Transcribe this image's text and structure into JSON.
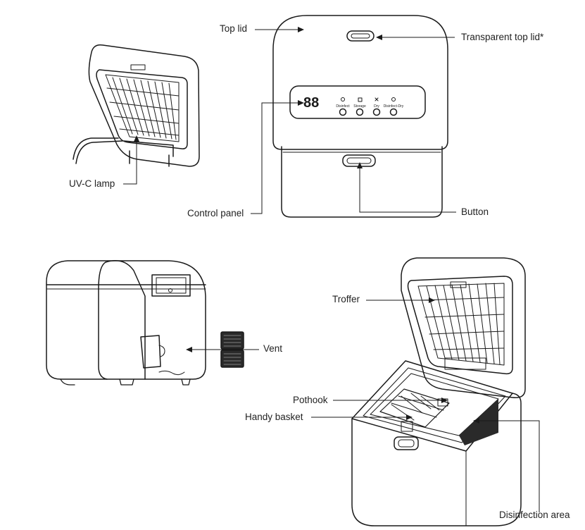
{
  "labels": {
    "top_lid": "Top lid",
    "transparent_top_lid": "Transparent top lid*",
    "uvc_lamp": "UV-C lamp",
    "control_panel": "Control panel",
    "button": "Button",
    "vent": "Vent",
    "troffer": "Troffer",
    "pothook": "Pothook",
    "handy_basket": "Handy basket",
    "disinfection_area": "Disinfection area"
  },
  "control_panel": {
    "display": "88",
    "modes": [
      "Disinfect",
      "Storage",
      "Dry",
      "Disinfect-Dry"
    ]
  }
}
